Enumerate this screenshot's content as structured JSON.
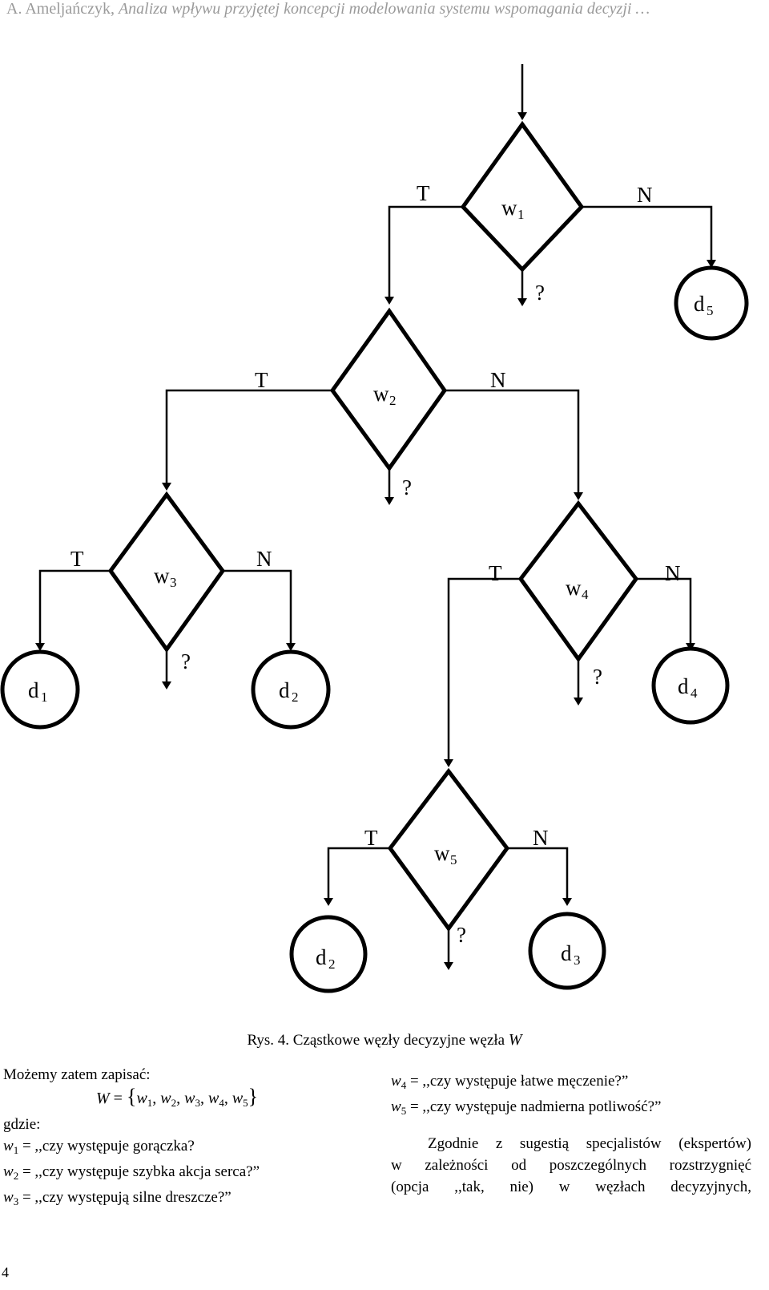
{
  "header": {
    "author": "A. Ameljańczyk,",
    "title": "Analiza wpływu przyjętej koncepcji modelowania systemu wspomagania decyzji …"
  },
  "diagram": {
    "yes_label": "T",
    "no_label": "N",
    "unknown_label": "?",
    "nodes": {
      "w1": {
        "letter": "w",
        "sub": "1"
      },
      "w2": {
        "letter": "w",
        "sub": "2"
      },
      "w3": {
        "letter": "w",
        "sub": "3"
      },
      "w4": {
        "letter": "w",
        "sub": "4"
      },
      "w5": {
        "letter": "w",
        "sub": "5"
      },
      "d1": {
        "letter": "d",
        "sub": "1"
      },
      "d2a": {
        "letter": "d",
        "sub": "2"
      },
      "d2b": {
        "letter": "d",
        "sub": "2"
      },
      "d3": {
        "letter": "d",
        "sub": "3"
      },
      "d4": {
        "letter": "d",
        "sub": "4"
      },
      "d5": {
        "letter": "d",
        "sub": "5"
      }
    }
  },
  "caption": {
    "text": "Rys. 4. Cząstkowe węzły decyzyjne węzła",
    "var": "W"
  },
  "body": {
    "intro": "Możemy zatem zapisać:",
    "formula": {
      "lhs": "W",
      "eq": "=",
      "items": [
        "w",
        "w",
        "w",
        "w",
        "w"
      ],
      "subs": [
        "1",
        "2",
        "3",
        "4",
        "5"
      ]
    },
    "where": "gdzie:",
    "definitions": [
      {
        "var": "w",
        "sub": "1",
        "text": "= ,,czy występuje gorączka?"
      },
      {
        "var": "w",
        "sub": "2",
        "text": "= ,,czy występuje szybka akcja serca?”"
      },
      {
        "var": "w",
        "sub": "3",
        "text": "= ,,czy występują silne dreszcze?”"
      },
      {
        "var": "w",
        "sub": "4",
        "text": "= ,,czy występuje łatwe męczenie?”"
      },
      {
        "var": "w",
        "sub": "5",
        "text": "= ,,czy występuje nadmierna potliwość?”"
      }
    ],
    "para_lines": [
      "Zgodnie z sugestią specjalistów (ekspertów)",
      "w zależności od poszczególnych rozstrzygnięć",
      "(opcja ,,tak, nie) w węzłach decyzyjnych,"
    ]
  },
  "page_number": "4"
}
